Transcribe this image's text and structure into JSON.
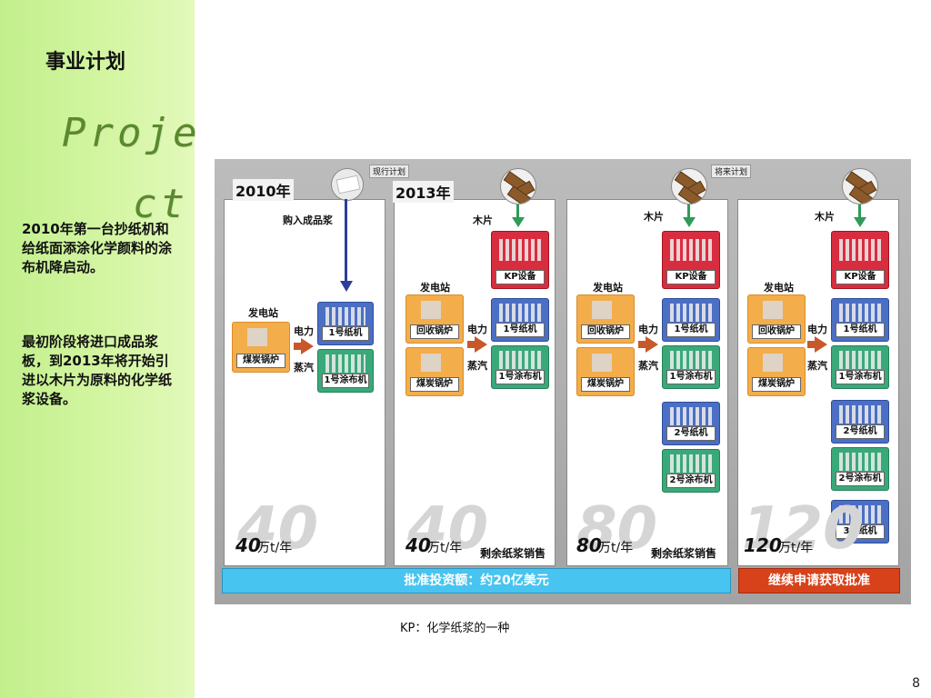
{
  "slide": {
    "title": "事业计划",
    "watermark_line1": "Proje",
    "watermark_line2": "ct",
    "para1": "2010年第一台抄纸机和给纸面添涂化学颜料的涂布机降启动。",
    "para2": "最初阶段将进口成品浆板，到2013年将开始引进以木片为原料的化学纸浆设备。",
    "page_number": "8",
    "footnote": "KP：化学纸浆的一种"
  },
  "diagram": {
    "tag_current": "现行计划",
    "tag_future": "将来计划",
    "year_2010": "2010年",
    "year_2013": "2013年",
    "buy_pulp": "购入成品浆",
    "wood_chips": "木片",
    "power_station": "发电站",
    "coal_boiler": "煤炭锅炉",
    "recovery_boiler": "回收锅炉",
    "electricity": "电力",
    "steam": "蒸汽",
    "kp_equipment": "KP设备",
    "paper_machine_1": "1号纸机",
    "coater_1": "1号涂布机",
    "paper_machine_2": "2号纸机",
    "coater_2": "2号涂布机",
    "paper_machine_3": "3号纸机",
    "surplus_pulp": "剩余纸浆销售",
    "unit": "万t/年",
    "cap1": "40",
    "cap2": "40",
    "cap3": "80",
    "cap4": "120",
    "approved": "批准投资额：约20亿美元",
    "continue": "继续申请获取批准"
  }
}
